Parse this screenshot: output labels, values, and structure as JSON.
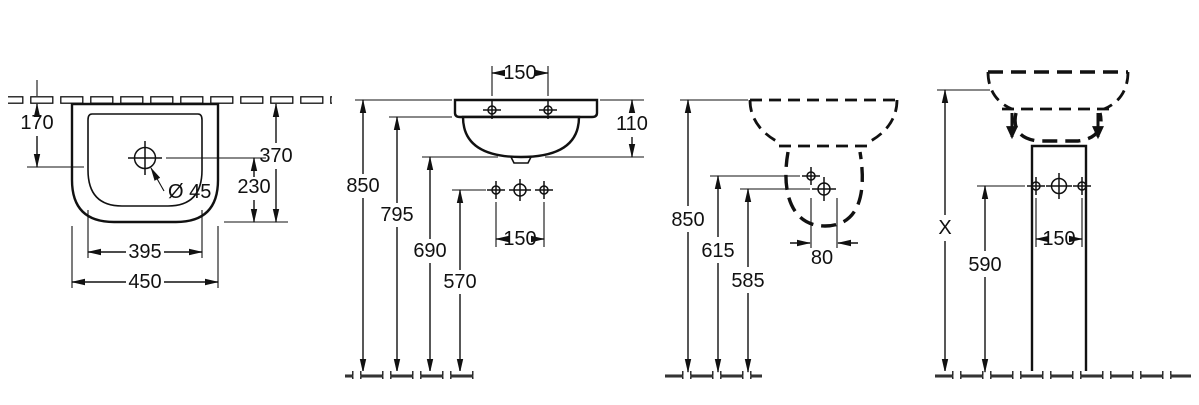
{
  "drawing": {
    "colors": {
      "line": "#111111",
      "background": "#ffffff"
    },
    "views": {
      "top": {
        "wall_to_tap": "170",
        "depth": "370",
        "tap_to_front": "230",
        "tap_hole_diameter": "Ø 45",
        "bowl_width": "395",
        "overall_width": "450"
      },
      "front": {
        "tap_hole_pitch": "150",
        "basin_height": "110",
        "rim_height": "850",
        "rim_underside_height": "795",
        "basin_underside_height": "690",
        "fixing_hole_height": "570",
        "fixing_hole_pitch": "150"
      },
      "side": {
        "rim_height": "850",
        "upper_fixing_height": "615",
        "lower_fixing_height": "585",
        "fixing_pitch": "80"
      },
      "pedestal": {
        "overall_height": "X",
        "fixing_hole_pitch": "150",
        "pedestal_fixing_height": "590"
      }
    }
  }
}
